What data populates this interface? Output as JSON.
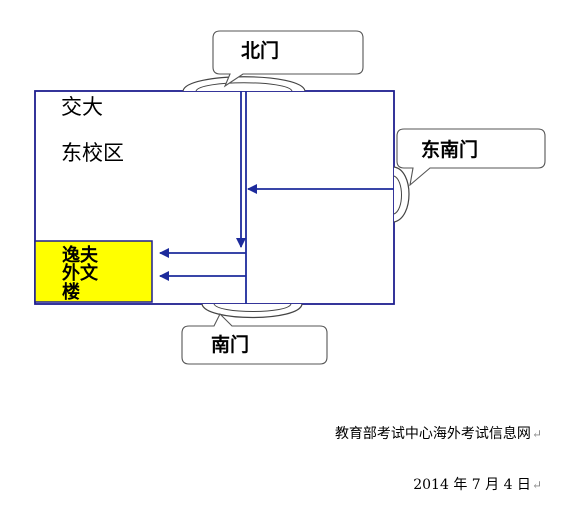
{
  "diagram": {
    "campus": {
      "line1": "交大",
      "line2": "东校区"
    },
    "building": {
      "line1": "逸夫",
      "line2": "外文",
      "line3": "楼"
    },
    "gates": {
      "north": "北门",
      "southeast": "东南门",
      "south": "南门"
    }
  },
  "footer": {
    "source": "教育部考试中心海外考试信息网",
    "date": "2014 年 7 月 4 日",
    "paragraph_mark": "↵"
  },
  "colors": {
    "outline": "#1f1f8f",
    "arrow": "#1d2b9c",
    "building_fill": "#ffff00",
    "callout_stroke": "#444444"
  }
}
